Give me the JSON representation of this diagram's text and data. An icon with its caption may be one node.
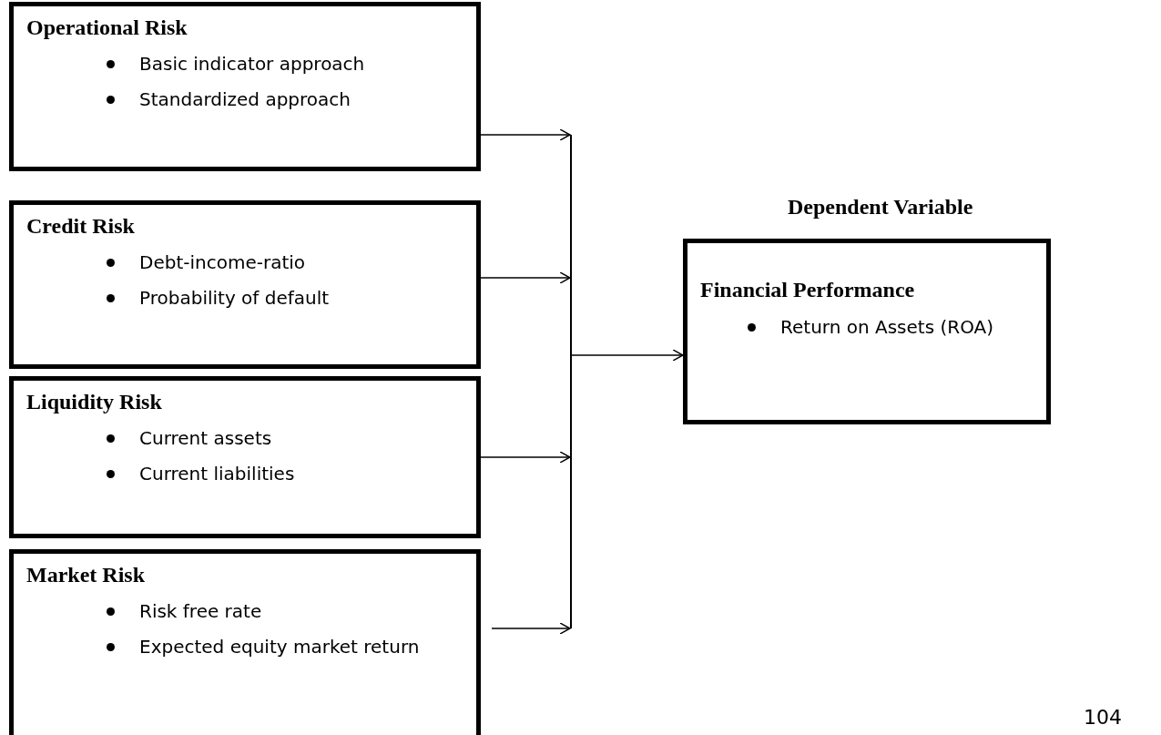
{
  "diagram": {
    "nodes": [
      {
        "text": [
          "Operational Risk",
          "Basic indicator approach",
          "Standardized approach"
        ]
      },
      {
        "text": [
          "Credit Risk",
          "Debt-income-ratio",
          "Probability of default"
        ]
      },
      {
        "text": [
          "Liquidity Risk",
          "Current assets",
          "Current liabilities"
        ]
      },
      {
        "text": [
          "Market Risk",
          "Risk free rate",
          "Expected equity market return"
        ]
      },
      {
        "text": [],
        "shape": "bar"
      },
      {
        "text": [
          "Financial Performance",
          "Return on Assets (ROA)"
        ]
      }
    ],
    "edges": [
      {
        "from": 0,
        "to": 4,
        "arrow": "to"
      },
      {
        "from": 1,
        "to": 4,
        "arrow": "to"
      },
      {
        "from": 2,
        "to": 4,
        "arrow": "to"
      },
      {
        "from": 3,
        "to": 4,
        "arrow": "to"
      },
      {
        "from": 4,
        "to": 5,
        "arrow": "to"
      }
    ],
    "labels": [
      "Dependent Variable",
      "104"
    ]
  }
}
